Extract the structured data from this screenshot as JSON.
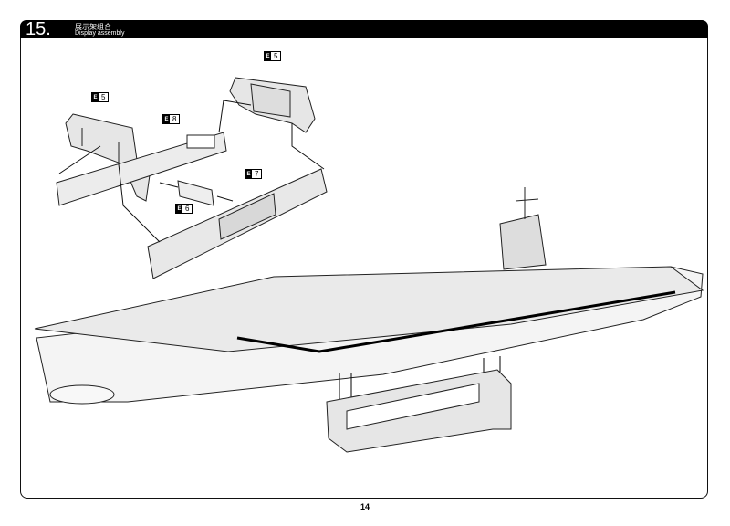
{
  "header": {
    "step_number": "15.",
    "title_cn": "展示架组合",
    "title_en": "Display assembly"
  },
  "parts": [
    {
      "sprue": "E",
      "number": "5"
    },
    {
      "sprue": "E",
      "number": "5"
    },
    {
      "sprue": "E",
      "number": "8"
    },
    {
      "sprue": "E",
      "number": "7"
    },
    {
      "sprue": "E",
      "number": "6"
    }
  ],
  "page_number": "14"
}
